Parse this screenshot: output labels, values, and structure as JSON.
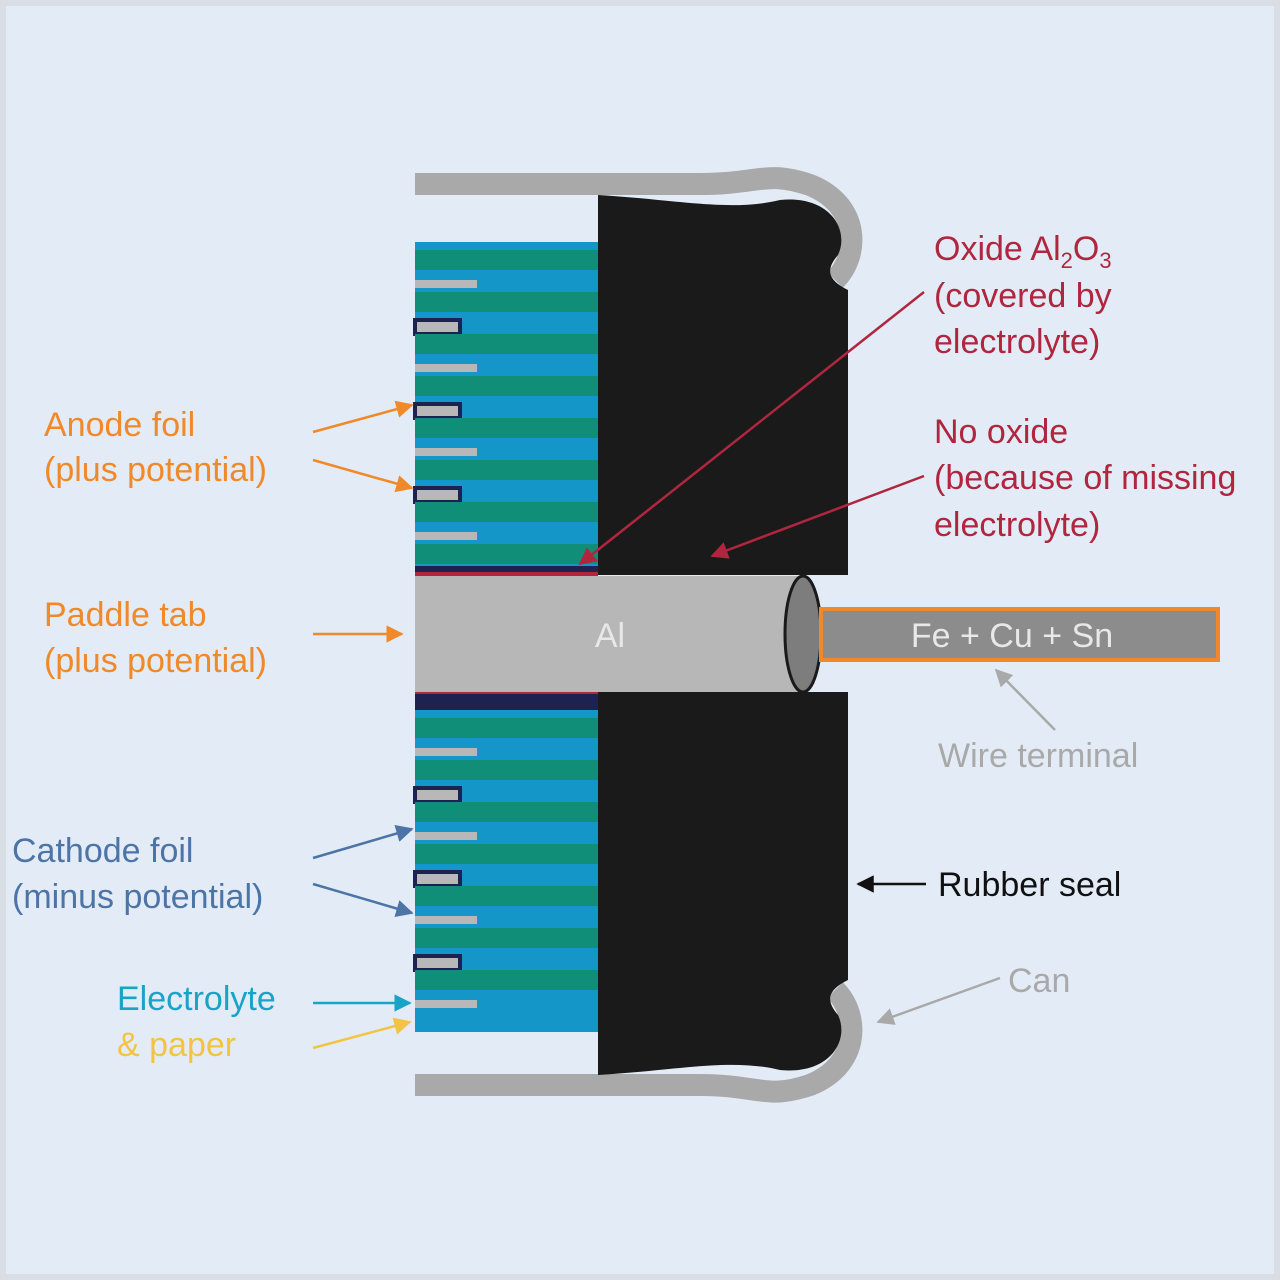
{
  "colors": {
    "background": "#e3ecf6",
    "frame": "#d9dee4",
    "can": "#a9a9a9",
    "seal": "#1b1a1a",
    "electrolyte": "#1596c8",
    "paper": "#118e77",
    "foil": "#b8b8b8",
    "cathode_outline": "#1e2250",
    "oxide": "#b0263f",
    "aluminium_tab": "#b7b7b7",
    "wire_outline": "#f0892a",
    "wire_fill": "#8c8c8c",
    "anode_label": "#f0892a",
    "cathode_label": "#4c74a6",
    "electrolyte_label": "#19a3c7",
    "paper_label": "#f2c442",
    "oxide_label": "#b0263f",
    "grey_label": "#a9a9a9",
    "black_label": "#111111"
  },
  "labels": {
    "anode_line1": "Anode foil",
    "anode_line2": "(plus potential)",
    "paddle_line1": "Paddle tab",
    "paddle_line2": "(plus potential)",
    "cathode_line1": "Cathode foil",
    "cathode_line2": "(minus potential)",
    "electrolyte": "Electrolyte",
    "paper": "& paper",
    "oxide_prefix": "Oxide Al",
    "oxide_sub1": "2",
    "oxide_mid": "O",
    "oxide_sub2": "3",
    "oxide_line2": "(covered by",
    "oxide_line3": "electrolyte)",
    "no_oxide_line1": "No oxide",
    "no_oxide_line2": "(because of missing",
    "no_oxide_line3": "electrolyte)",
    "tab_material": "Al",
    "wire_material": "Fe + Cu + Sn",
    "wire_terminal": "Wire terminal",
    "rubber_seal": "Rubber seal",
    "can": "Can"
  }
}
